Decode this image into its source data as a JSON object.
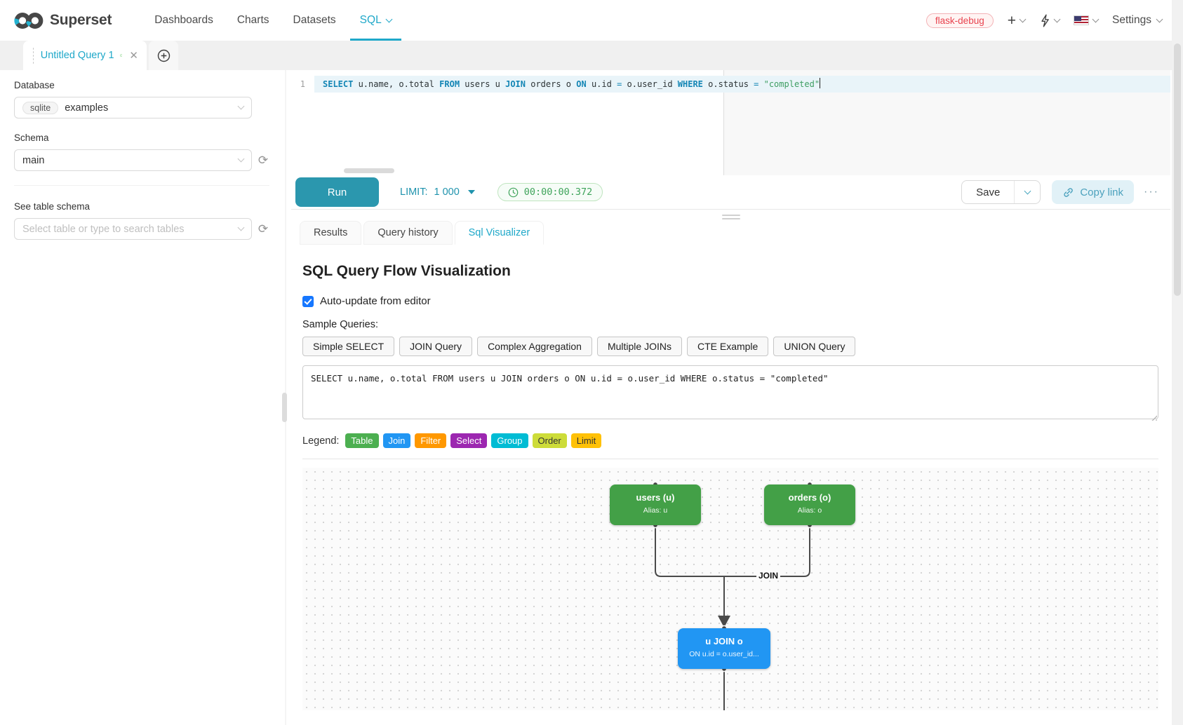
{
  "header": {
    "brand": "Superset",
    "nav": [
      "Dashboards",
      "Charts",
      "Datasets",
      "SQL"
    ],
    "env_tag": "flask-debug",
    "settings_label": "Settings"
  },
  "query_tab": {
    "title": "Untitled Query 1"
  },
  "sidebar": {
    "database_label": "Database",
    "database_engine": "sqlite",
    "database_value": "examples",
    "schema_label": "Schema",
    "schema_value": "main",
    "table_label": "See table schema",
    "table_placeholder": "Select table or type to search tables"
  },
  "editor": {
    "line_number": "1",
    "tokens": [
      {
        "c": "kw",
        "v": "SELECT "
      },
      {
        "c": "pl",
        "v": "u.name, o.total "
      },
      {
        "c": "kw",
        "v": "FROM "
      },
      {
        "c": "pl",
        "v": "users u "
      },
      {
        "c": "kw",
        "v": "JOIN "
      },
      {
        "c": "pl",
        "v": "orders o "
      },
      {
        "c": "kw",
        "v": "ON "
      },
      {
        "c": "pl",
        "v": "u.id "
      },
      {
        "c": "op",
        "v": "= "
      },
      {
        "c": "pl",
        "v": "o.user_id "
      },
      {
        "c": "kw",
        "v": "WHERE "
      },
      {
        "c": "pl",
        "v": "o.status "
      },
      {
        "c": "op",
        "v": "= "
      },
      {
        "c": "str",
        "v": "\"completed\""
      }
    ]
  },
  "toolbar": {
    "run_label": "Run",
    "limit_label": "LIMIT:",
    "limit_value": "1 000",
    "elapsed": "00:00:00.372",
    "save_label": "Save",
    "copy_link_label": "Copy link",
    "more_label": "···"
  },
  "result_tabs": [
    "Results",
    "Query history",
    "Sql Visualizer"
  ],
  "visualizer": {
    "title": "SQL Query Flow Visualization",
    "auto_update_label": "Auto-update from editor",
    "samples_label": "Sample Queries:",
    "samples": [
      "Simple SELECT",
      "JOIN Query",
      "Complex Aggregation",
      "Multiple JOINs",
      "CTE Example",
      "UNION Query"
    ],
    "sql_text": "SELECT u.name, o.total FROM users u JOIN orders o ON u.id = o.user_id WHERE o.status = \"completed\"",
    "legend_label": "Legend:",
    "legend": [
      {
        "label": "Table",
        "color": "#4caf50",
        "text": "#ffffff"
      },
      {
        "label": "Join",
        "color": "#2196f3",
        "text": "#ffffff"
      },
      {
        "label": "Filter",
        "color": "#ff9800",
        "text": "#ffffff"
      },
      {
        "label": "Select",
        "color": "#9c27b0",
        "text": "#ffffff"
      },
      {
        "label": "Group",
        "color": "#00bcd4",
        "text": "#ffffff"
      },
      {
        "label": "Order",
        "color": "#cddc39",
        "text": "#333333"
      },
      {
        "label": "Limit",
        "color": "#ffc107",
        "text": "#333333"
      }
    ],
    "diagram": {
      "nodes": [
        {
          "title": "users (u)",
          "subtitle": "Alias: u",
          "color": "#43a047"
        },
        {
          "title": "orders (o)",
          "subtitle": "Alias: o",
          "color": "#43a047"
        },
        {
          "title": "u JOIN o",
          "subtitle": "ON u.id = o.user_id...",
          "color": "#2196f3"
        }
      ],
      "edge_label": "JOIN"
    },
    "accent_color": "#1fa8c9"
  }
}
